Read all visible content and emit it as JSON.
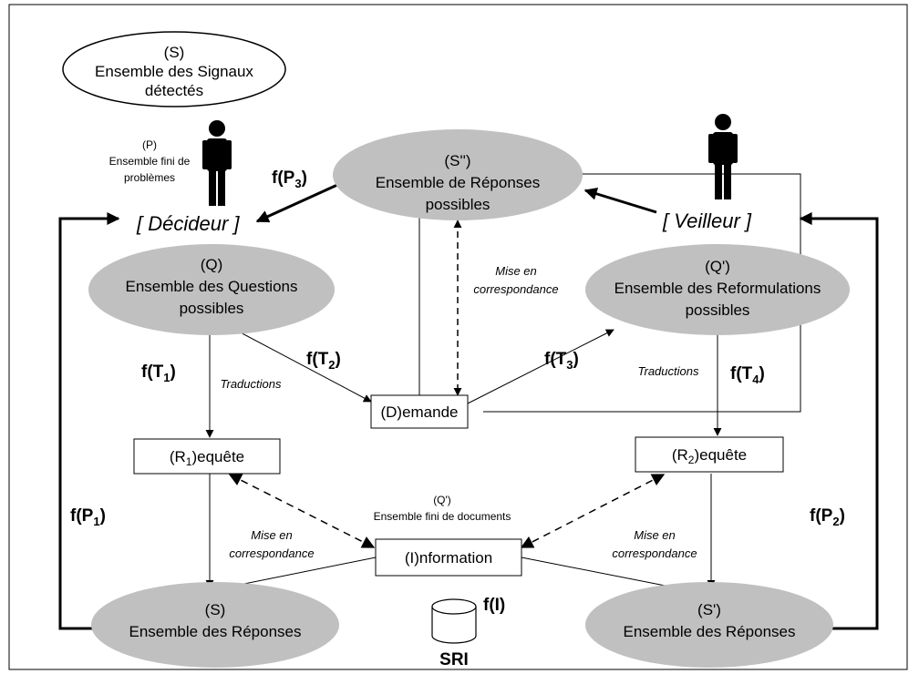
{
  "colors": {
    "ellipse_fill": "#c0c0c0",
    "stroke": "#000000",
    "background": "#ffffff"
  },
  "signals": {
    "line1": "(S)",
    "line2": "Ensemble des Signaux",
    "line3": "détectés"
  },
  "problems": {
    "line1": "(P)",
    "line2": "Ensemble fini de",
    "line3": "problèmes"
  },
  "decideur": "[ Décideur ]",
  "veilleur": "[ Veilleur ]",
  "responses_possible": {
    "line1": "(S'')",
    "line2": "Ensemble de Réponses",
    "line3": "possibles"
  },
  "questions": {
    "line1": "(Q)",
    "line2": "Ensemble des Questions",
    "line3": "possibles"
  },
  "reformulations": {
    "line1": "(Q')",
    "line2": "Ensemble des Reformulations",
    "line3": "possibles"
  },
  "mise_top": {
    "line1": "Mise en",
    "line2": "correspondance"
  },
  "mise_left": {
    "line1": "Mise en",
    "line2": "correspondance"
  },
  "mise_right": {
    "line1": "Mise en",
    "line2": "correspondance"
  },
  "traductions_left": "Traductions",
  "traductions_right": "Traductions",
  "demande": "(D)emande",
  "requete1": {
    "pre": "(R",
    "sub": "1",
    "post": ")equête"
  },
  "requete2": {
    "pre": "(R",
    "sub": "2",
    "post": ")equête"
  },
  "documents": {
    "line1": "(Q')",
    "line2": "Ensemble fini de documents"
  },
  "information": "(I)nformation",
  "resp_s": {
    "line1": "(S)",
    "line2": "Ensemble des Réponses"
  },
  "resp_s2": {
    "line1": "(S')",
    "line2": "Ensemble des Réponses"
  },
  "sri": "SRI",
  "functions": {
    "fP3": {
      "pre": "f(P",
      "sub": "3",
      "post": ")"
    },
    "fT1": {
      "pre": "f(T",
      "sub": "1",
      "post": ")"
    },
    "fT2": {
      "pre": "f(T",
      "sub": "2",
      "post": ")"
    },
    "fT3": {
      "pre": "f(T",
      "sub": "3",
      "post": ")"
    },
    "fT4": {
      "pre": "f(T",
      "sub": "4",
      "post": ")"
    },
    "fP1": {
      "pre": "f(P",
      "sub": "1",
      "post": ")"
    },
    "fP2": {
      "pre": "f(P",
      "sub": "2",
      "post": ")"
    },
    "fI": "f(I)"
  }
}
